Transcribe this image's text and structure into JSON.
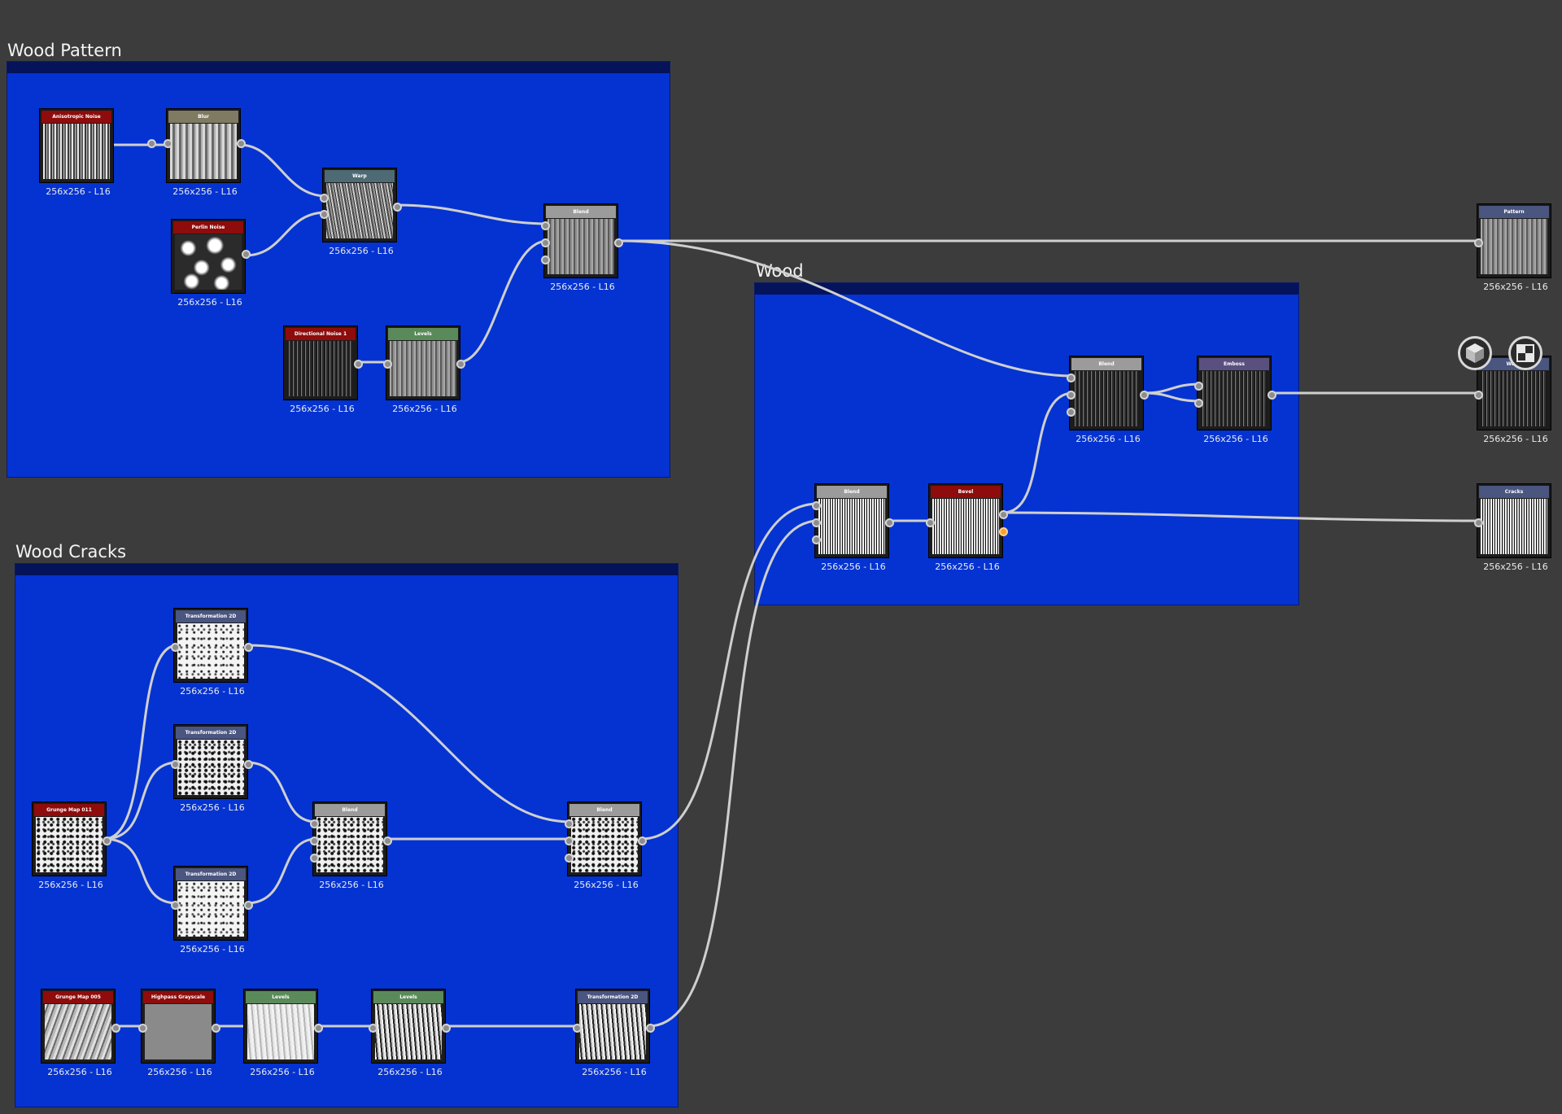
{
  "colors": {
    "canvas": "#3c3c3c",
    "frame": "#0433d1",
    "frame_bar": "#04135a",
    "wire": "#cfcfcf",
    "header_red": "#8e0c0c",
    "header_khaki": "#7f7a62",
    "header_teal": "#4e6a74",
    "header_grey": "#9b9b9b",
    "header_green": "#5a8a5a",
    "header_slate": "#4a5580",
    "header_purple": "#5a5080"
  },
  "frames": [
    {
      "id": "f-wood-pattern",
      "title": "Wood Pattern"
    },
    {
      "id": "f-wood",
      "title": "Wood"
    },
    {
      "id": "f-wood-cracks",
      "title": "Wood Cracks"
    }
  ],
  "nodes": [
    {
      "id": "anisotropic",
      "title": "Anisotropic Noise",
      "label": "256x256 - L16",
      "header": "header_red",
      "texture": "tex-lines"
    },
    {
      "id": "blur",
      "title": "Blur",
      "label": "256x256 - L16",
      "header": "header_khaki",
      "texture": "tex-blur"
    },
    {
      "id": "perlin",
      "title": "Perlin Noise",
      "label": "256x256 - L16",
      "header": "header_red",
      "texture": "tex-perlin"
    },
    {
      "id": "warp",
      "title": "Warp",
      "label": "256x256 - L16",
      "header": "header_teal",
      "texture": "tex-warp"
    },
    {
      "id": "blend1",
      "title": "Blend",
      "label": "256x256 - L16",
      "header": "header_grey",
      "texture": "tex-grey"
    },
    {
      "id": "dirnoise",
      "title": "Directional Noise 1",
      "label": "256x256 - L16",
      "header": "header_red",
      "texture": "tex-dark"
    },
    {
      "id": "levels1",
      "title": "Levels",
      "label": "256x256 - L16",
      "header": "header_green",
      "texture": "tex-grey"
    },
    {
      "id": "pattern",
      "title": "Pattern",
      "label": "256x256 - L16",
      "header": "header_slate",
      "texture": "tex-grey"
    },
    {
      "id": "blend-wood",
      "title": "Blend",
      "label": "256x256 - L16",
      "header": "header_grey",
      "texture": "tex-dark"
    },
    {
      "id": "emboss",
      "title": "Emboss",
      "label": "256x256 - L16",
      "header": "header_purple",
      "texture": "tex-dark"
    },
    {
      "id": "wood-out",
      "title": "Wood",
      "label": "256x256 - L16",
      "header": "header_slate",
      "texture": "tex-dark"
    },
    {
      "id": "blend-cracks",
      "title": "Blend",
      "label": "256x256 - L16",
      "header": "header_grey",
      "texture": "tex-bw"
    },
    {
      "id": "bevel",
      "title": "Bevel",
      "label": "256x256 - L16",
      "header": "header_red",
      "texture": "tex-bw"
    },
    {
      "id": "cracks",
      "title": "Cracks",
      "label": "256x256 - L16",
      "header": "header_slate",
      "texture": "tex-bw"
    },
    {
      "id": "grunge011",
      "title": "Grunge Map 011",
      "label": "256x256 - L16",
      "header": "header_red",
      "texture": "tex-speckle"
    },
    {
      "id": "t2d-1",
      "title": "Transformation 2D",
      "label": "256x256 - L16",
      "header": "header_slate",
      "texture": "tex-white"
    },
    {
      "id": "t2d-2",
      "title": "Transformation 2D",
      "label": "256x256 - L16",
      "header": "header_slate",
      "texture": "tex-speckle"
    },
    {
      "id": "t2d-3",
      "title": "Transformation 2D",
      "label": "256x256 - L16",
      "header": "header_slate",
      "texture": "tex-white"
    },
    {
      "id": "blend-c1",
      "title": "Blend",
      "label": "256x256 - L16",
      "header": "header_grey",
      "texture": "tex-speckle"
    },
    {
      "id": "blend-c2",
      "title": "Blend",
      "label": "256x256 - L16",
      "header": "header_grey",
      "texture": "tex-speckle"
    },
    {
      "id": "grunge005",
      "title": "Grunge Map 005",
      "label": "256x256 - L16",
      "header": "header_red",
      "texture": "tex-wave"
    },
    {
      "id": "highpass",
      "title": "Highpass Grayscale",
      "label": "256x256 - L16",
      "header": "header_red",
      "texture": "tex-midgrey"
    },
    {
      "id": "levels2",
      "title": "Levels",
      "label": "256x256 - L16",
      "header": "header_green",
      "texture": "tex-levels"
    },
    {
      "id": "levels3",
      "title": "Levels",
      "label": "256x256 - L16",
      "header": "header_green",
      "texture": "tex-levels2"
    },
    {
      "id": "t2d-4",
      "title": "Transformation 2D",
      "label": "256x256 - L16",
      "header": "header_slate",
      "texture": "tex-levels2"
    }
  ],
  "view_buttons": [
    {
      "id": "view-3d",
      "icon": "cube-icon"
    },
    {
      "id": "view-2d",
      "icon": "checker-icon"
    }
  ]
}
